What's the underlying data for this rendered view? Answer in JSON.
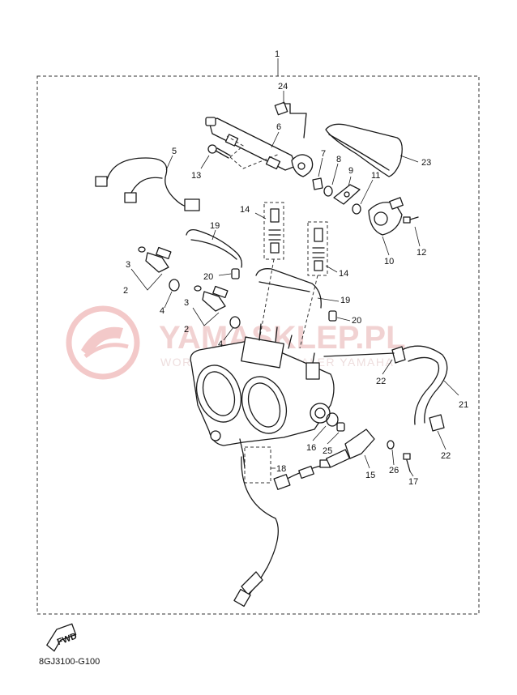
{
  "diagram": {
    "assembly_code": "8GJ3100-G100",
    "fwd_label": "FWD",
    "watermark": {
      "brand": "YAMASKLEP.PL",
      "subtitle": "WORLD OF PARTS DEALER YAMAHA"
    },
    "callouts": [
      {
        "id": "c1",
        "label": "1"
      },
      {
        "id": "c2a",
        "label": "2"
      },
      {
        "id": "c2b",
        "label": "2"
      },
      {
        "id": "c3a",
        "label": "3"
      },
      {
        "id": "c3b",
        "label": "3"
      },
      {
        "id": "c4a",
        "label": "4"
      },
      {
        "id": "c4b",
        "label": "4"
      },
      {
        "id": "c5",
        "label": "5"
      },
      {
        "id": "c6",
        "label": "6"
      },
      {
        "id": "c7",
        "label": "7"
      },
      {
        "id": "c8",
        "label": "8"
      },
      {
        "id": "c9",
        "label": "9"
      },
      {
        "id": "c10",
        "label": "10"
      },
      {
        "id": "c11",
        "label": "11"
      },
      {
        "id": "c12",
        "label": "12"
      },
      {
        "id": "c13",
        "label": "13"
      },
      {
        "id": "c14a",
        "label": "14"
      },
      {
        "id": "c14b",
        "label": "14"
      },
      {
        "id": "c15",
        "label": "15"
      },
      {
        "id": "c16",
        "label": "16"
      },
      {
        "id": "c17",
        "label": "17"
      },
      {
        "id": "c18",
        "label": "18"
      },
      {
        "id": "c19a",
        "label": "19"
      },
      {
        "id": "c19b",
        "label": "19"
      },
      {
        "id": "c20a",
        "label": "20"
      },
      {
        "id": "c20b",
        "label": "20"
      },
      {
        "id": "c21",
        "label": "21"
      },
      {
        "id": "c22a",
        "label": "22"
      },
      {
        "id": "c22b",
        "label": "22"
      },
      {
        "id": "c23",
        "label": "23"
      },
      {
        "id": "c24",
        "label": "24"
      },
      {
        "id": "c25",
        "label": "25"
      },
      {
        "id": "c26",
        "label": "26"
      }
    ]
  }
}
